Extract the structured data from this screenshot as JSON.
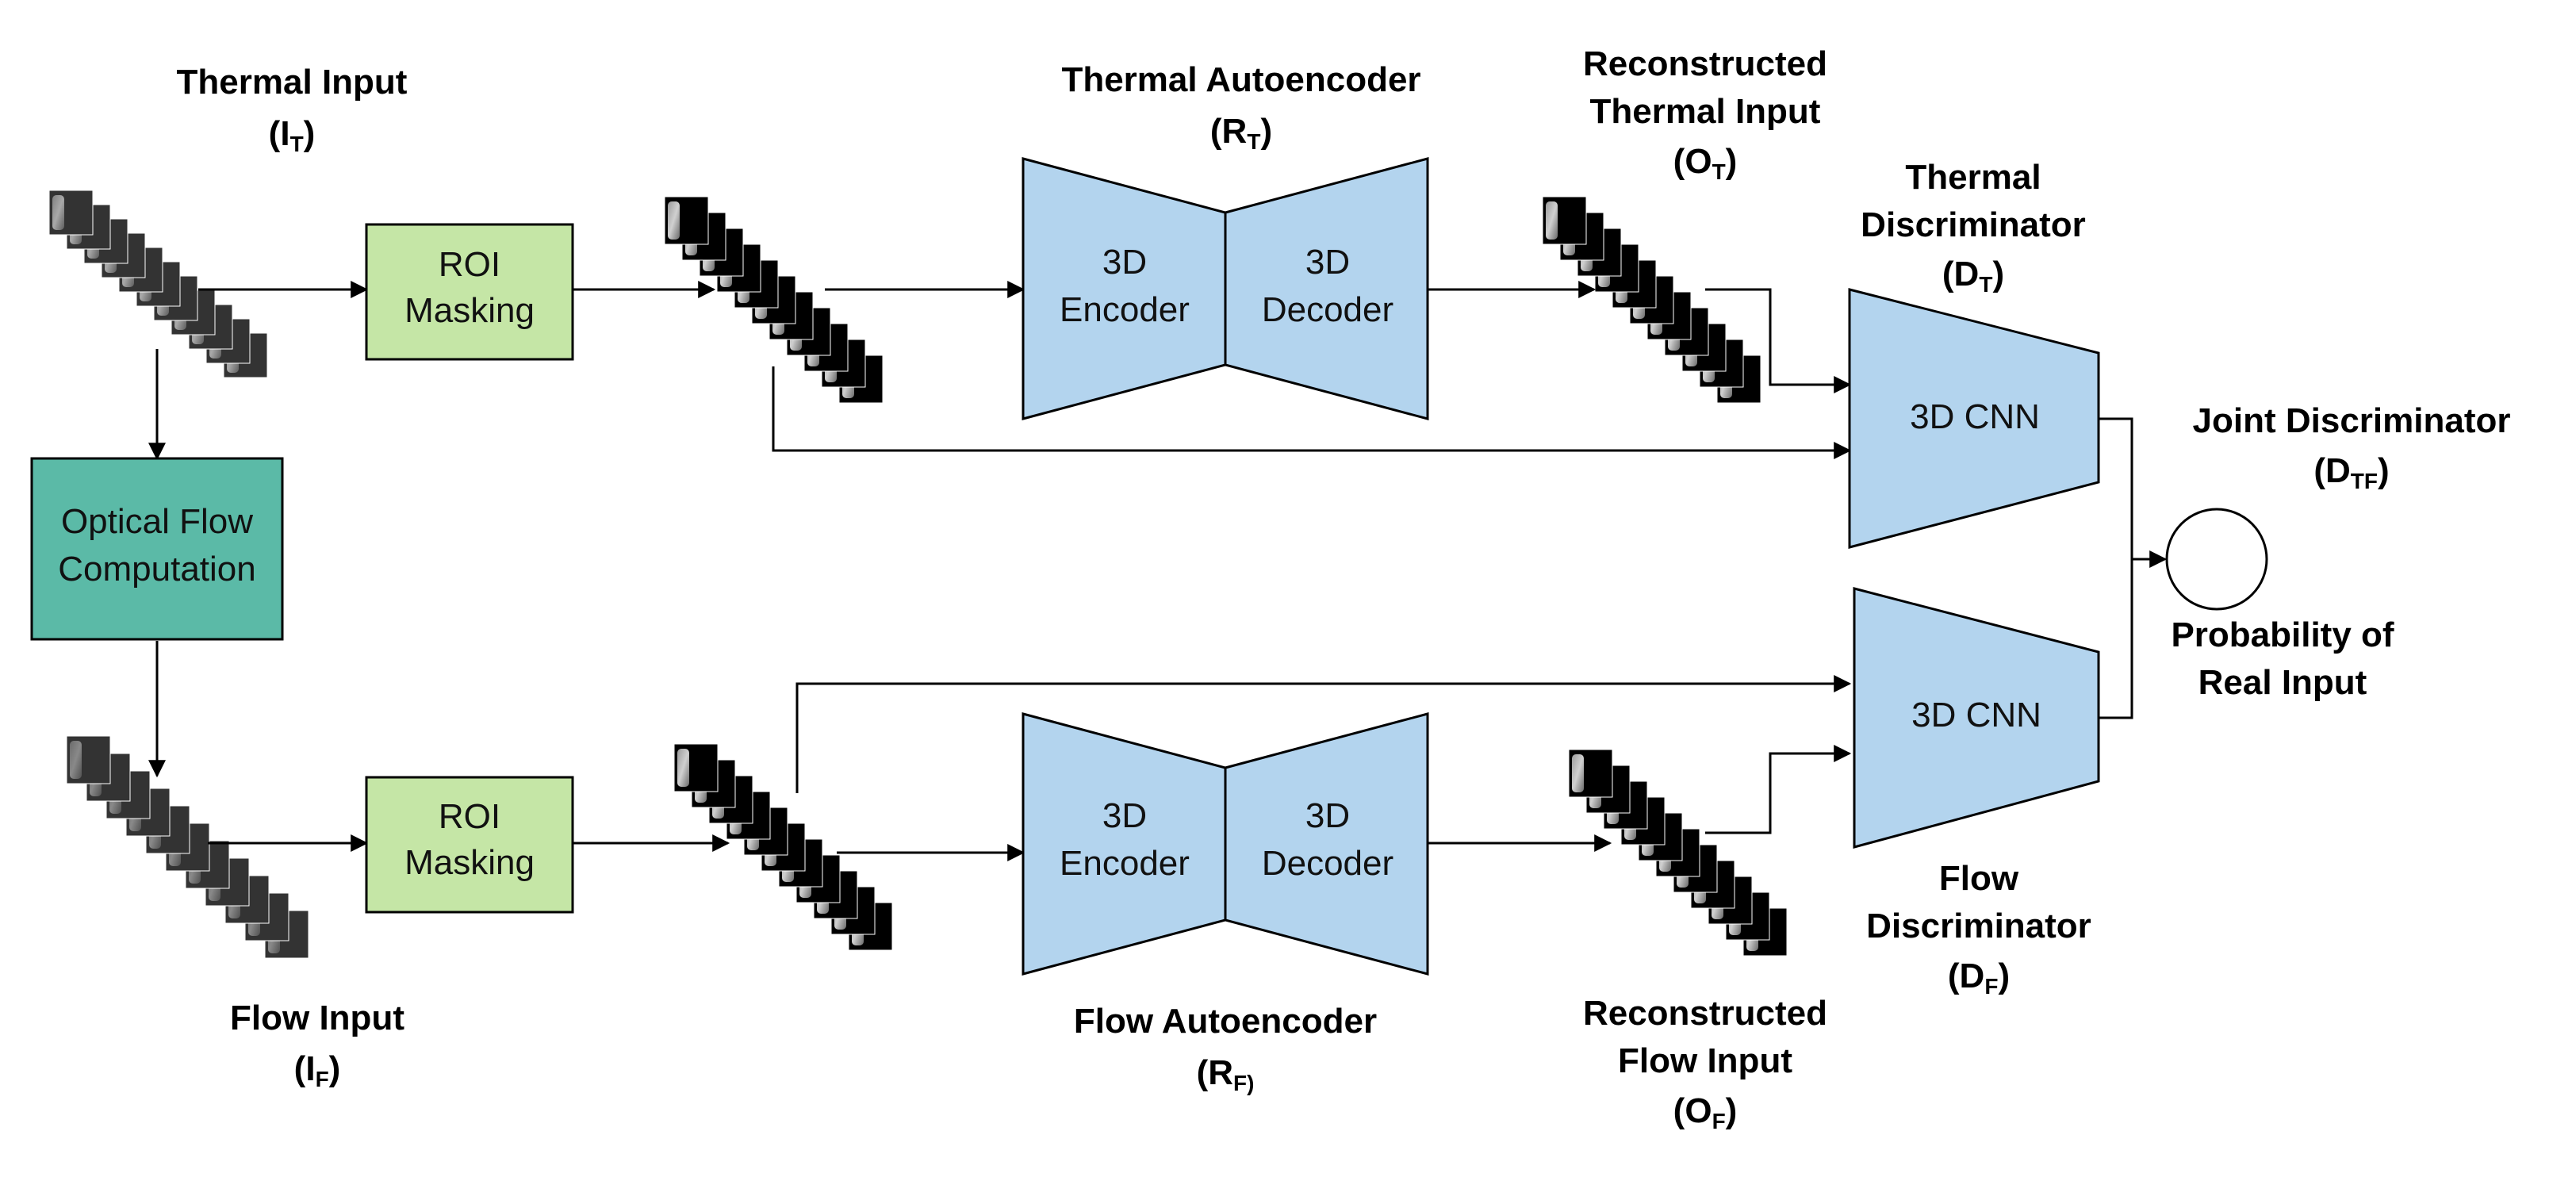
{
  "colors": {
    "roi_box": "#c5e6a6",
    "flow_box": "#5bbaa7",
    "autoencoder": "#b3d4ee",
    "discriminator": "#b3d4ee",
    "stroke": "#000000"
  },
  "boxes": {
    "roi_top": {
      "line1": "ROI",
      "line2": "Masking"
    },
    "roi_bottom": {
      "line1": "ROI",
      "line2": "Masking"
    },
    "optical_flow": {
      "line1": "Optical Flow",
      "line2": "Computation"
    },
    "thermal_encoder": {
      "line1": "3D",
      "line2": "Encoder"
    },
    "thermal_decoder": {
      "line1": "3D",
      "line2": "Decoder"
    },
    "flow_encoder": {
      "line1": "3D",
      "line2": "Encoder"
    },
    "flow_decoder": {
      "line1": "3D",
      "line2": "Decoder"
    },
    "thermal_disc": {
      "text": "3D CNN"
    },
    "flow_disc": {
      "text": "3D CNN"
    }
  },
  "labels": {
    "thermal_input": {
      "line1": "Thermal Input",
      "sym": "(I",
      "subscript": "T",
      "close": ")"
    },
    "thermal_autoencoder": {
      "line1": "Thermal Autoencoder",
      "sym": "(R",
      "subscript": "T",
      "close": ")"
    },
    "reconstructed_thermal": {
      "line1": "Reconstructed",
      "line2": "Thermal Input",
      "sym": "(O",
      "subscript": "T",
      "close": ")"
    },
    "thermal_discriminator": {
      "line1": "Thermal",
      "line2": "Discriminator",
      "sym": "(D",
      "subscript": "T",
      "close": ")"
    },
    "joint_discriminator": {
      "line1": "Joint Discriminator",
      "sym": "(D",
      "subscript": "TF",
      "close": ")"
    },
    "probability": {
      "line1": "Probability of",
      "line2": "Real Input"
    },
    "flow_discriminator": {
      "line1": "Flow",
      "line2": "Discriminator",
      "sym": "(D",
      "subscript": "F",
      "close": ")"
    },
    "flow_input": {
      "line1": "Flow Input",
      "sym": "(I",
      "subscript": "F",
      "close": ")"
    },
    "flow_autoencoder": {
      "line1": "Flow Autoencoder",
      "sym": "(R",
      "subscript": "F)",
      "close": ""
    },
    "reconstructed_flow": {
      "line1": "Reconstructed",
      "line2": "Flow Input",
      "sym": "(O",
      "subscript": "F",
      "close": ")"
    }
  }
}
